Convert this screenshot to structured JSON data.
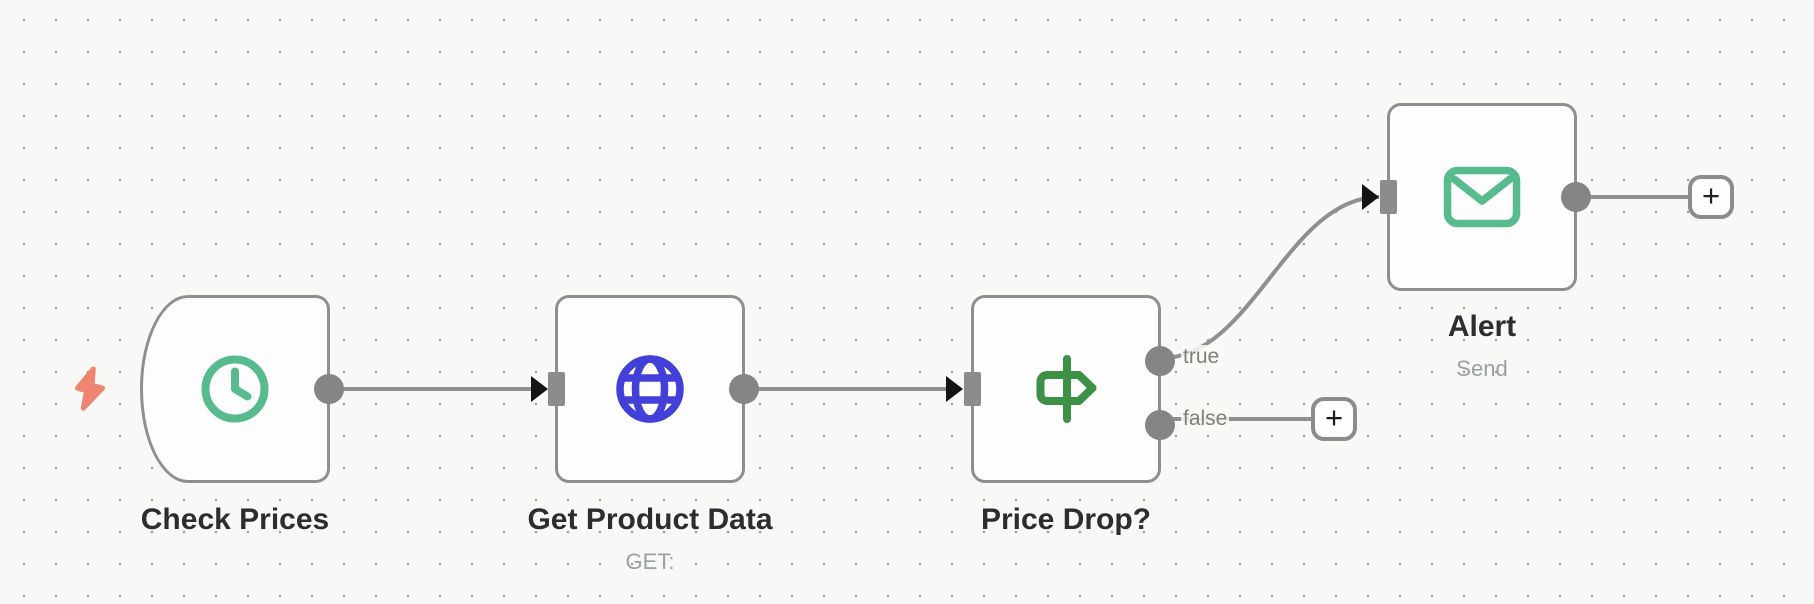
{
  "canvas": {
    "background": "#f8f8f6",
    "grid_dot_color": "#a2a2a2"
  },
  "colors": {
    "wire": "#8f8f8f",
    "node_border": "#8f8f8f",
    "connector": "#858585",
    "arrowhead": "#141414",
    "title_text": "#2c2d31",
    "subtitle_text": "#9aa0a6",
    "port_label_text": "#7f7f7f",
    "green": "#57bb8e",
    "dark_green": "#3d9145",
    "blue": "#4340d9",
    "coral": "#ee8570"
  },
  "nodes": [
    {
      "id": "check-prices",
      "label": "Check Prices",
      "subtitle": "",
      "icon": "clock-icon",
      "type": "schedule-trigger"
    },
    {
      "id": "get-product-data",
      "label": "Get Product Data",
      "subtitle": "GET:",
      "icon": "globe-icon",
      "type": "http-request"
    },
    {
      "id": "price-drop",
      "label": "Price Drop?",
      "subtitle": "",
      "icon": "signpost-icon",
      "type": "if",
      "output_labels": [
        "true",
        "false"
      ]
    },
    {
      "id": "alert",
      "label": "Alert",
      "subtitle": "Send",
      "icon": "envelope-icon",
      "type": "send-email"
    }
  ],
  "buttons": {
    "add_node_label": "+"
  }
}
